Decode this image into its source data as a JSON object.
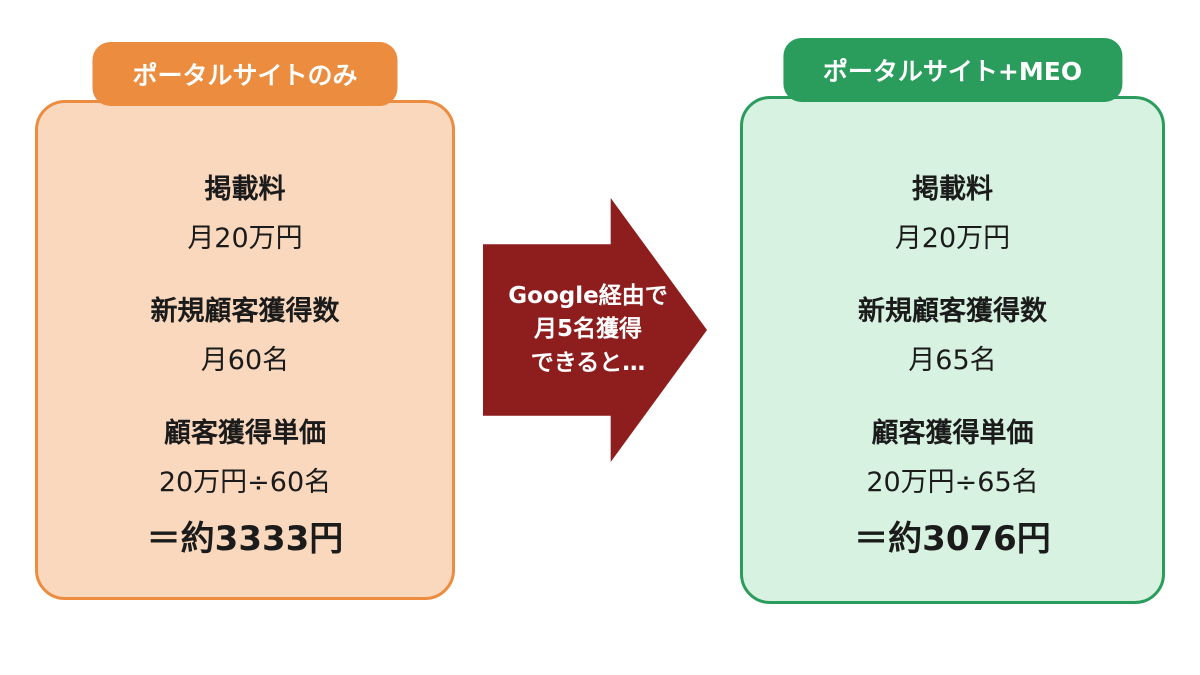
{
  "left_card": {
    "badge": "ポータルサイトのみ",
    "sections": [
      {
        "label": "掲載料",
        "value": "月20万円"
      },
      {
        "label": "新規顧客獲得数",
        "value": "月60名"
      },
      {
        "label": "顧客獲得単価",
        "value": "20万円÷60名",
        "result": "＝約3333円"
      }
    ]
  },
  "right_card": {
    "badge": "ポータルサイト+MEO",
    "sections": [
      {
        "label": "掲載料",
        "value": "月20万円"
      },
      {
        "label": "新規顧客獲得数",
        "value": "月65名"
      },
      {
        "label": "顧客獲得単価",
        "value": "20万円÷65名",
        "result": "＝約3076円"
      }
    ]
  },
  "arrow": {
    "lines": [
      "Google経由で",
      "月5名獲得",
      "できると…"
    ]
  },
  "colors": {
    "orange": "#EB8C3F",
    "orange_bg": "#FAD8BE",
    "green": "#2A9C5C",
    "green_bg": "#D7F2E1",
    "arrow_red": "#8E1E1E",
    "text": "#1b1b1b",
    "badge_text": "#ffffff"
  }
}
